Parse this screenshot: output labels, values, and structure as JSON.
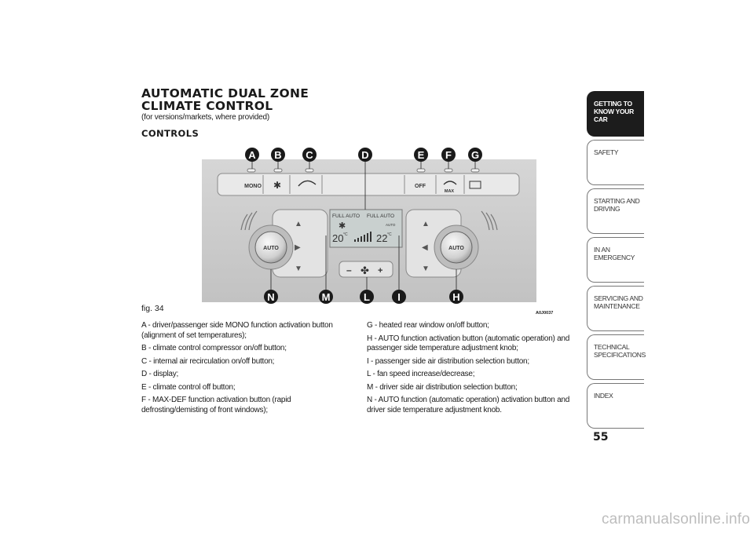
{
  "heading": {
    "title_line1": "AUTOMATIC DUAL ZONE",
    "title_line2": "CLIMATE CONTROL",
    "subtitle": "(for versions/markets, where provided)",
    "section": "CONTROLS"
  },
  "figure": {
    "caption": "fig. 34",
    "code": "A0J0037",
    "callouts": [
      "A",
      "B",
      "C",
      "D",
      "E",
      "F",
      "G",
      "N",
      "M",
      "L",
      "I",
      "H"
    ],
    "panel_labels": {
      "mono": "MONO",
      "off": "OFF",
      "max": "MAX",
      "auto_left": "AUTO",
      "auto_right": "AUTO",
      "display_full_auto_left": "FULL AUTO",
      "display_full_auto_right": "FULL AUTO",
      "display_auto": "AUTO",
      "display_temp_left": "20",
      "display_temp_right": "22",
      "display_unit": "°C",
      "fan_minus": "–",
      "fan_plus": "+"
    }
  },
  "legend_left": [
    "A - driver/passenger side MONO function activation button (alignment of set temperatures);",
    "B - climate control compressor on/off button;",
    "C - internal air recirculation on/off button;",
    "D - display;",
    "E - climate control off button;",
    "F - MAX-DEF function activation button (rapid defrosting/demisting of front windows);"
  ],
  "legend_right": [
    "G - heated rear window on/off button;",
    "H - AUTO function activation button (automatic operation) and passenger side temperature adjustment knob;",
    "I - passenger side air distribution selection button;",
    "L - fan speed increase/decrease;",
    "M - driver side air distribution selection button;",
    "N - AUTO function (automatic operation) activation button and driver side temperature adjustment knob."
  ],
  "nav_tabs": [
    {
      "label": "GETTING TO KNOW YOUR CAR",
      "active": true
    },
    {
      "label": "SAFETY",
      "active": false
    },
    {
      "label": "STARTING AND DRIVING",
      "active": false
    },
    {
      "label": "IN AN EMERGENCY",
      "active": false
    },
    {
      "label": "SERVICING AND MAINTENANCE",
      "active": false
    },
    {
      "label": "TECHNICAL SPECIFICATIONS",
      "active": false
    },
    {
      "label": "INDEX",
      "active": false
    }
  ],
  "page_number": "55",
  "watermark": "carmanualsonline.info"
}
